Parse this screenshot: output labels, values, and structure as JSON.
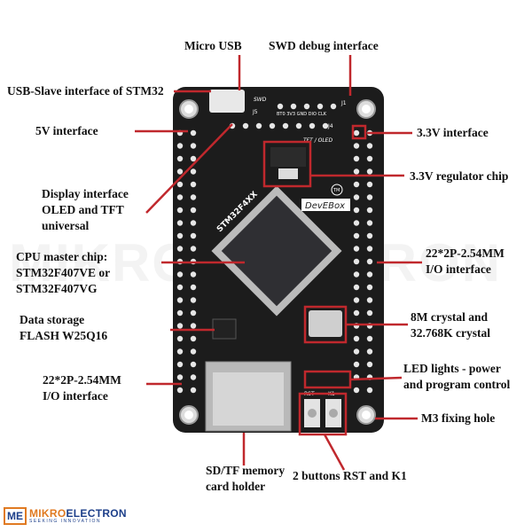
{
  "labels": {
    "micro_usb": "Micro USB",
    "swd": "SWD debug interface",
    "usb_slave": "USB-Slave interface of STM32",
    "five_v": "5V interface",
    "display": [
      "Display interface",
      "OLED and TFT",
      "universal"
    ],
    "cpu": [
      "CPU master chip:",
      "STM32F407VE  or",
      "STM32F407VG"
    ],
    "flash": [
      "Data storage",
      "FLASH W25Q16"
    ],
    "io_left": [
      "22*2P-2.54MM",
      "I/O interface"
    ],
    "three_v3": "3.3V interface",
    "regulator": "3.3V regulator chip",
    "io_right": [
      "22*2P-2.54MM",
      "I/O interface"
    ],
    "crystal": [
      "8M crystal and",
      "32.768K crystal"
    ],
    "led": [
      "LED lights - power",
      "and program control"
    ],
    "m3": "M3 fixing hole",
    "sd": [
      "SD/TF memory",
      "card holder"
    ],
    "buttons": "2 buttons RST and K1"
  },
  "board": {
    "swd_tag": "SWD",
    "swd_pins": "BT0 3V3 GND DIO CLK",
    "j1": "J1",
    "j4": "J4",
    "j5": "J5",
    "tft_oled": "TFT / OLED",
    "chip_series": "STM32F4XX",
    "brand": "DevEBox",
    "tm": "TM",
    "rst": "RST",
    "k1": "K1"
  },
  "logo": {
    "mark": "ME",
    "name_a": "MIKRO",
    "name_b": "ELECTRON",
    "tagline": "SEEKING INNOVATION"
  },
  "watermark": "MIKROELECTRON",
  "colors": {
    "accent": "#c0282d",
    "board": "#1c1c1c",
    "logo_orange": "#e07a22",
    "logo_blue": "#1d3f8a"
  }
}
